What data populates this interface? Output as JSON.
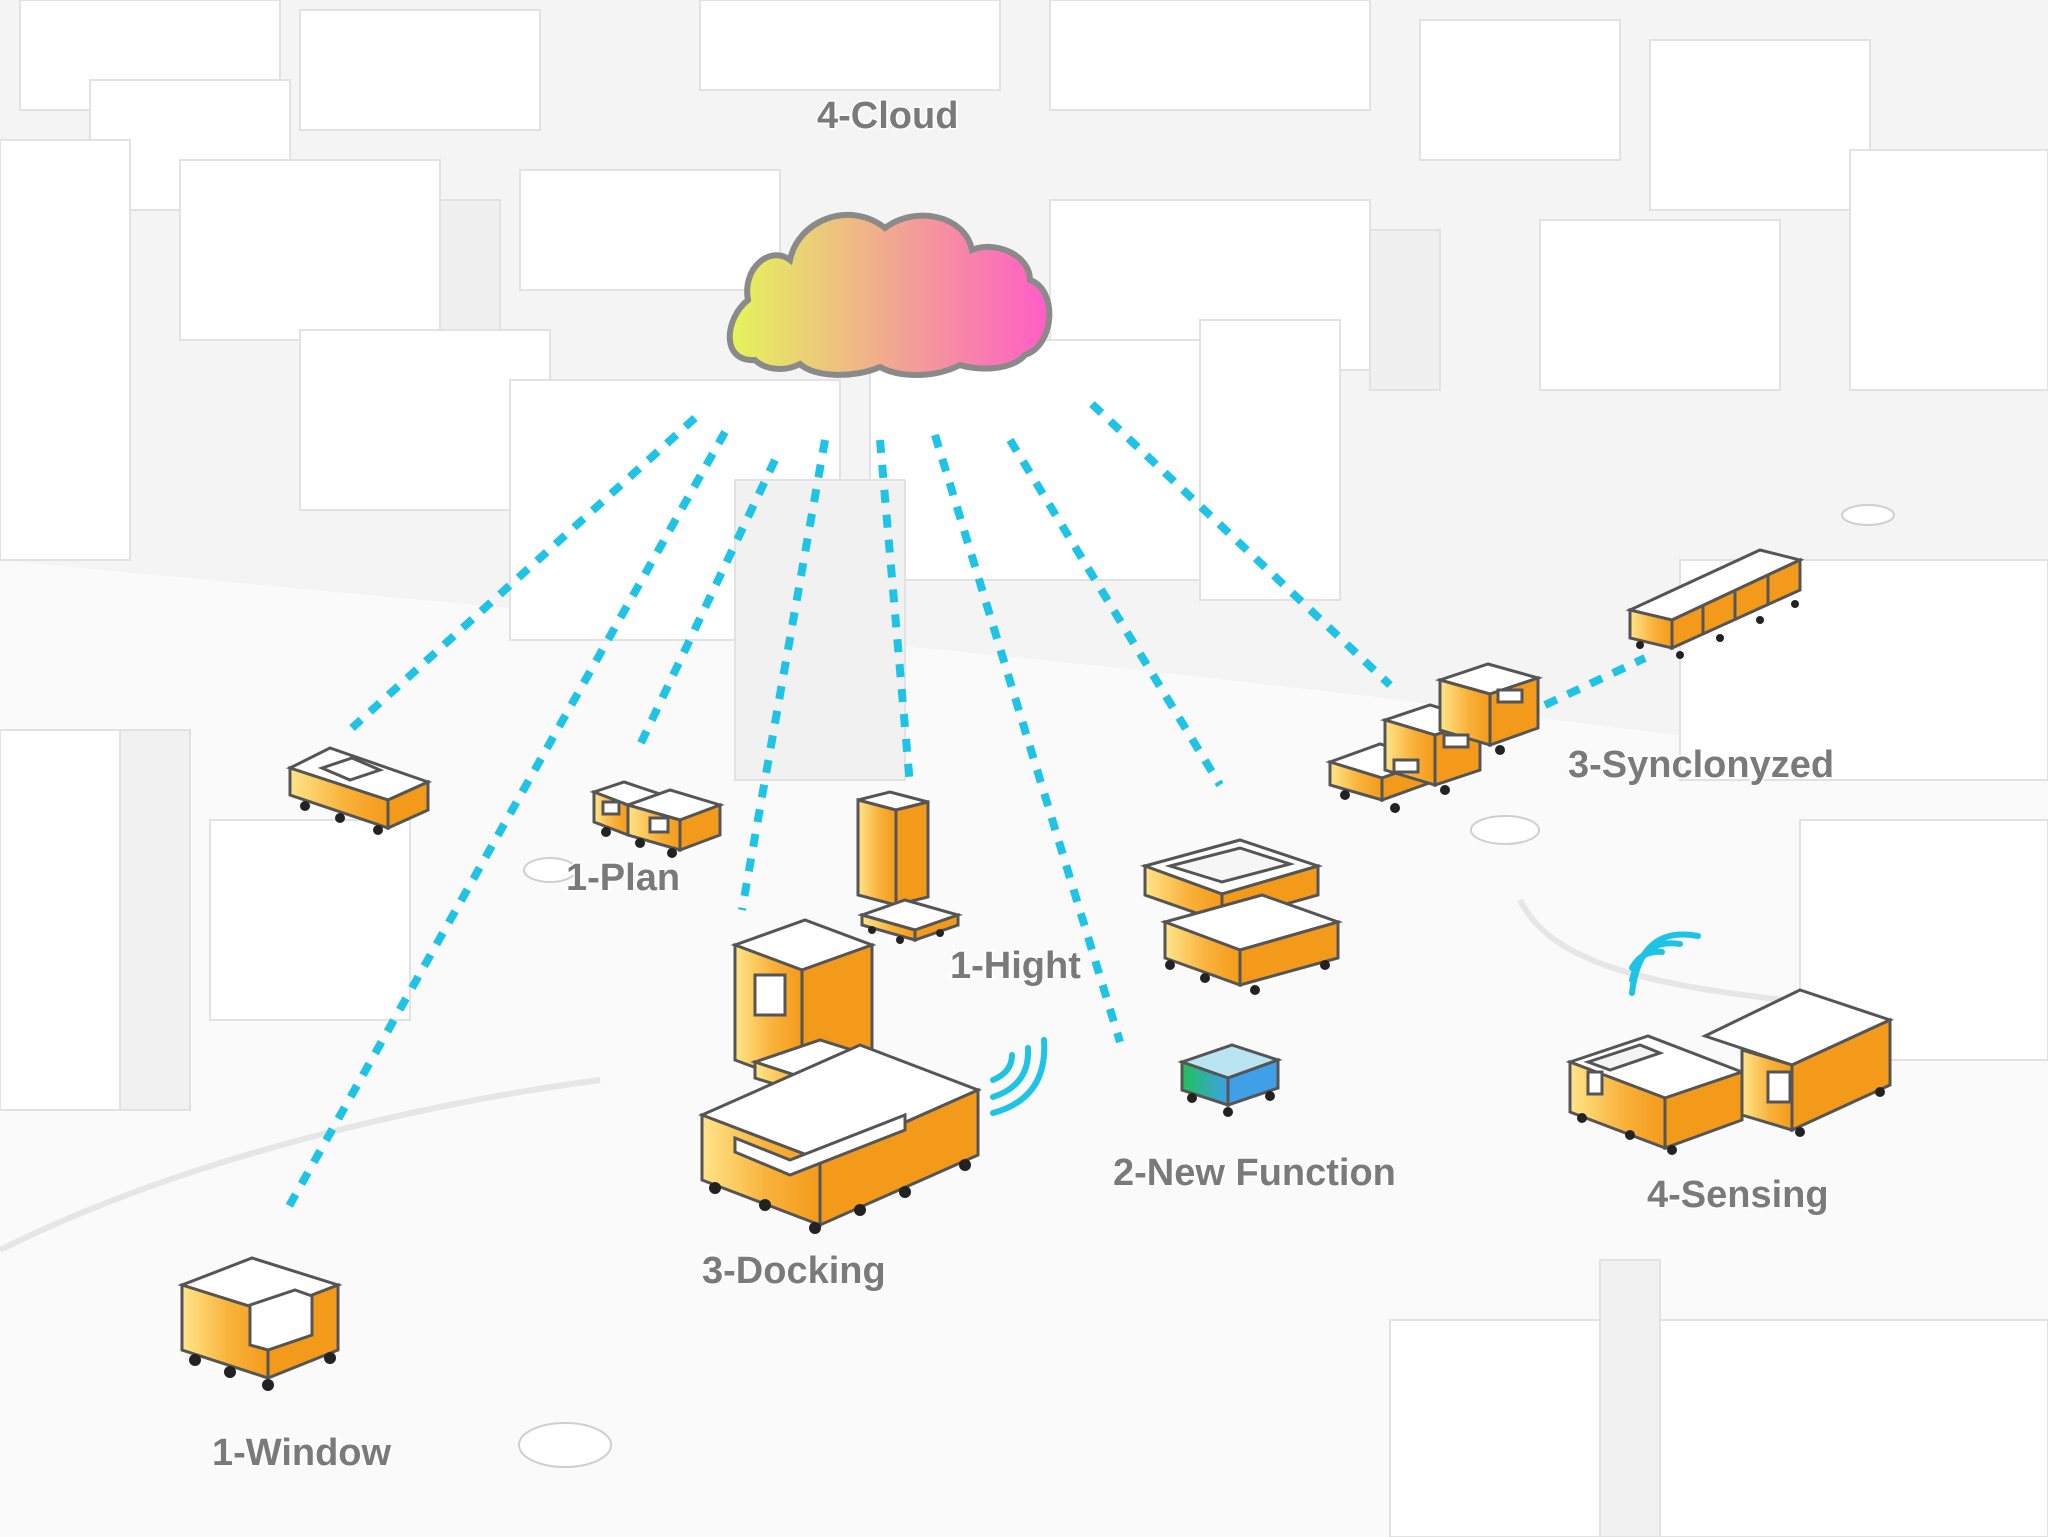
{
  "labels": {
    "cloud": "4-Cloud",
    "window": "1-Window",
    "plan": "1-Plan",
    "height": "1-Hight",
    "docking": "3-Docking",
    "new_function": "2-New Function",
    "synchronized": "3-Synclonyzed",
    "sensing": "4-Sensing"
  },
  "colors": {
    "link_line": "#1ec3e6",
    "module_orange": "#f7a623",
    "module_yellow": "#ffe58a",
    "module_outline": "#555555",
    "cloud_left": "#e4f55a",
    "cloud_right": "#ff5cc6",
    "new_function_green": "#20c05a",
    "new_function_blue": "#3fa0e8",
    "wifi": "#1ec3e6",
    "label_text": "#7a7a7a"
  },
  "icons": [
    "cloud-icon",
    "wifi-icon"
  ]
}
